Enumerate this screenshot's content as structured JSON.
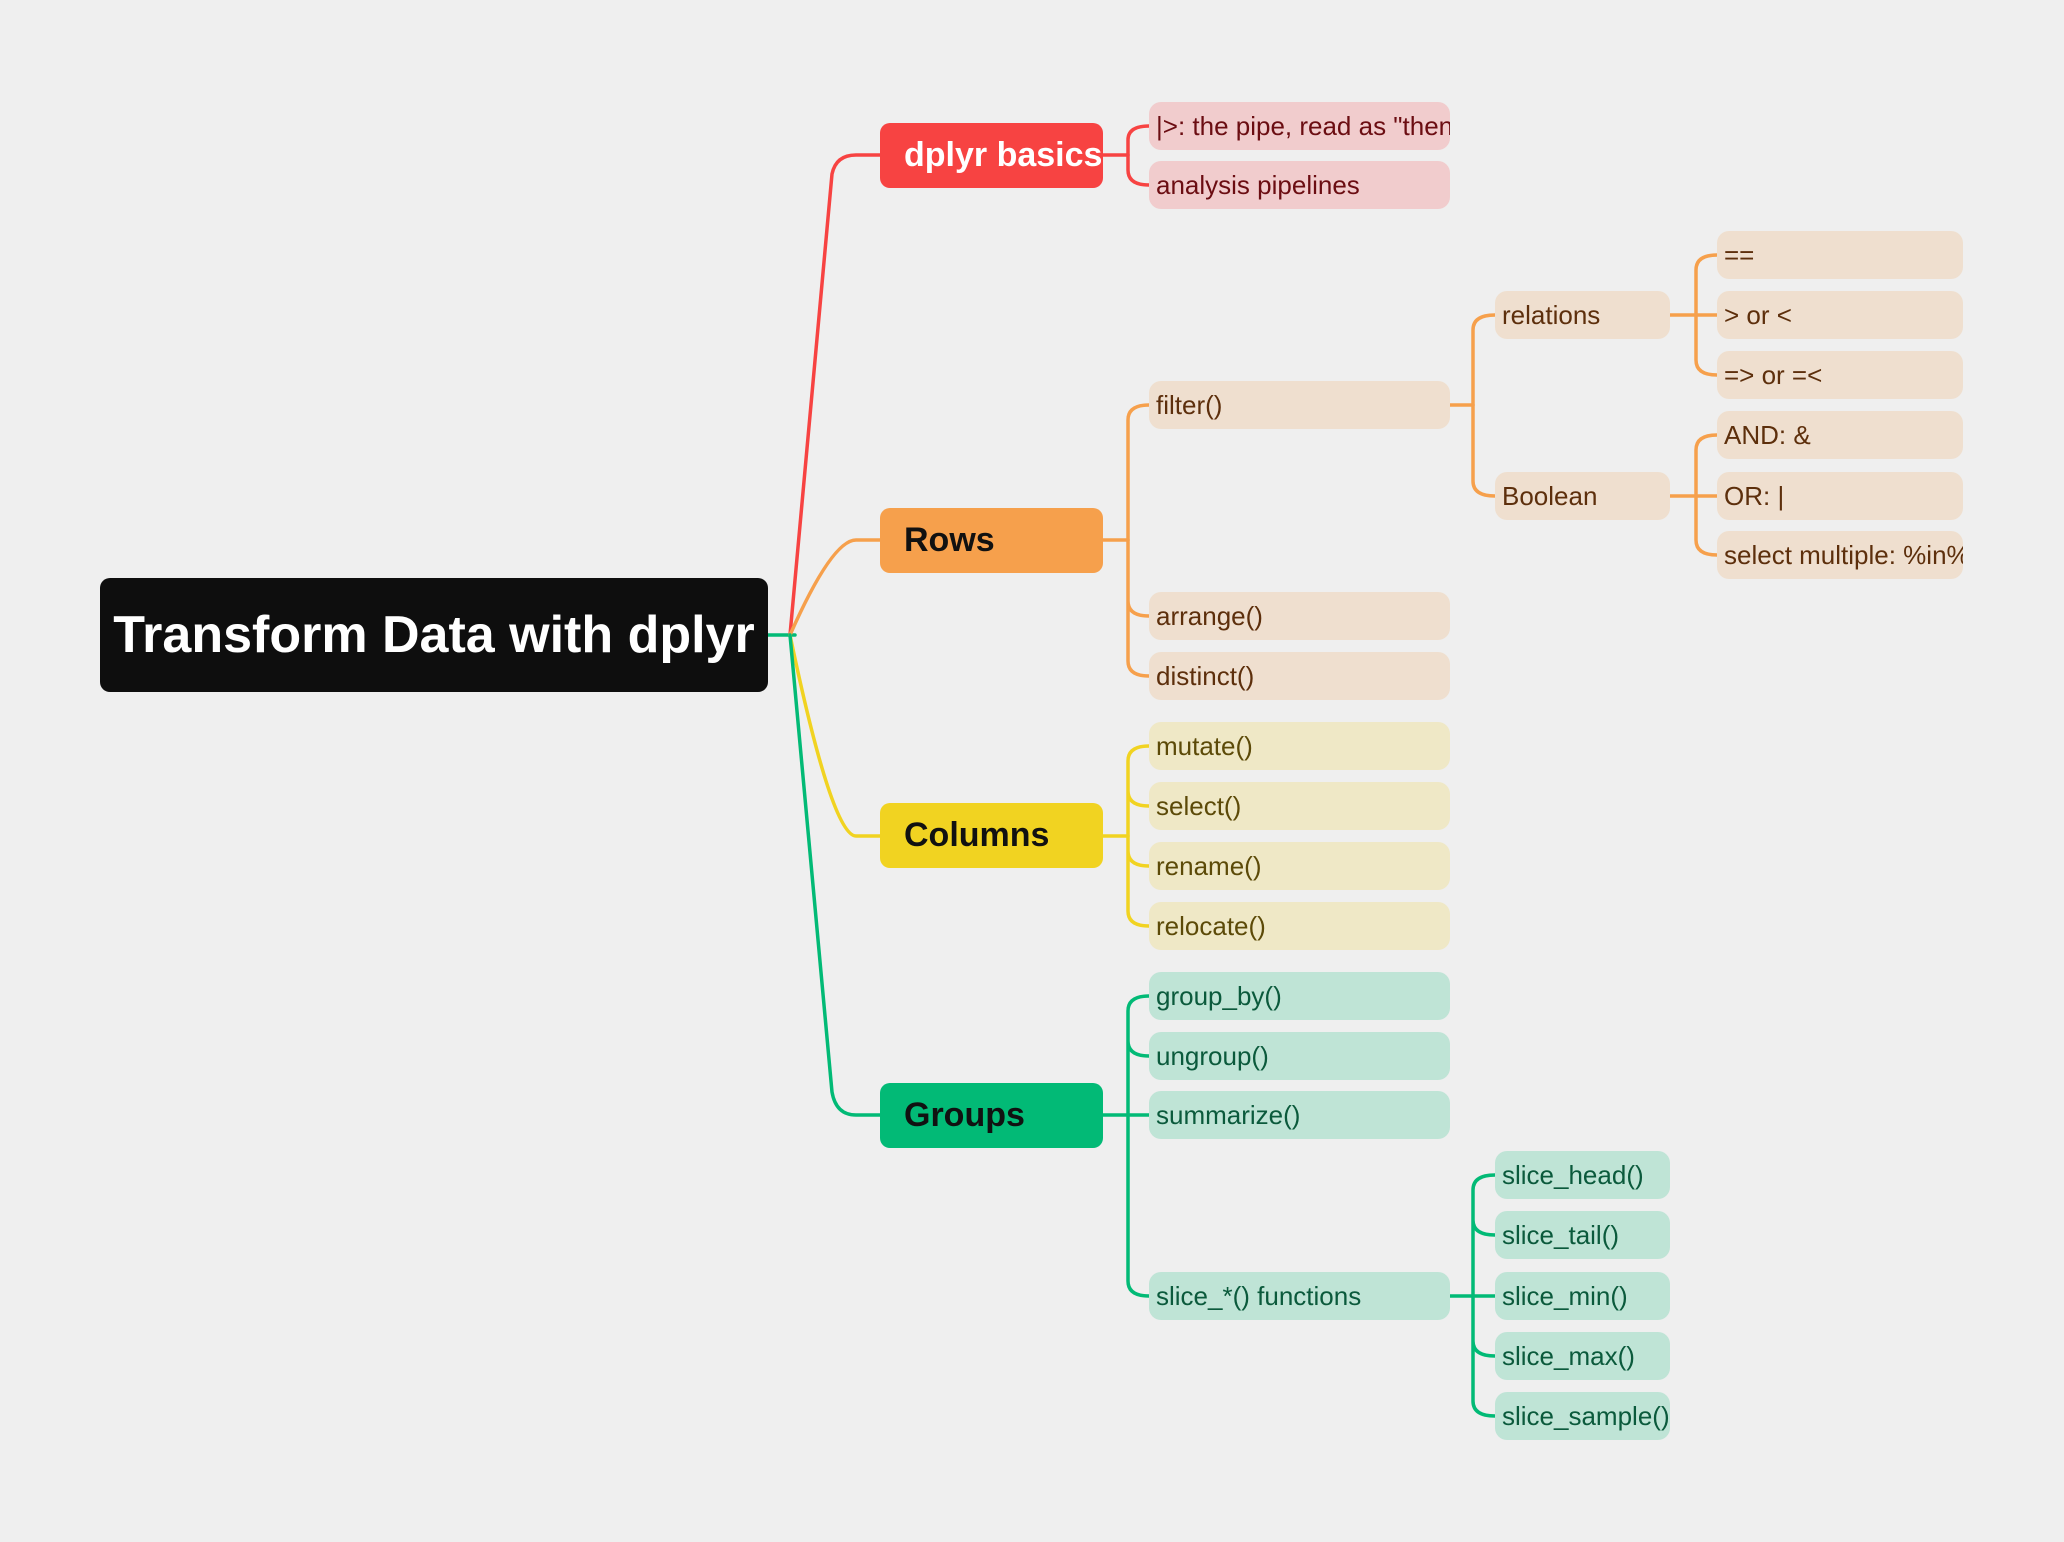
{
  "colors": {
    "background": "#efefef",
    "root": "#0e0e0e",
    "dplyr_basics": "#f74342",
    "rows": "#f6a04c",
    "columns": "#f1d321",
    "groups": "#02ba76"
  },
  "root": {
    "label": "Transform Data with dplyr"
  },
  "branches": {
    "basics": {
      "label": "dplyr basics",
      "children": [
        "|>: the pipe, read as \"then\"",
        "analysis pipelines"
      ]
    },
    "rows": {
      "label": "Rows",
      "filter": "filter()",
      "relations": {
        "label": "relations",
        "children": [
          "==",
          "> or <",
          "=> or =<"
        ]
      },
      "boolean": {
        "label": "Boolean",
        "children": [
          "AND: &",
          "OR: |",
          "select multiple: %in%"
        ]
      },
      "arrange": "arrange()",
      "distinct": "distinct()"
    },
    "columns": {
      "label": "Columns",
      "children": [
        "mutate()",
        "select()",
        "rename()",
        "relocate()"
      ]
    },
    "groups": {
      "label": "Groups",
      "children": [
        "group_by()",
        "ungroup()",
        "summarize()"
      ],
      "slice": {
        "label": "slice_*() functions",
        "children": [
          "slice_head()",
          "slice_tail()",
          "slice_min()",
          "slice_max()",
          "slice_sample()"
        ]
      }
    }
  }
}
